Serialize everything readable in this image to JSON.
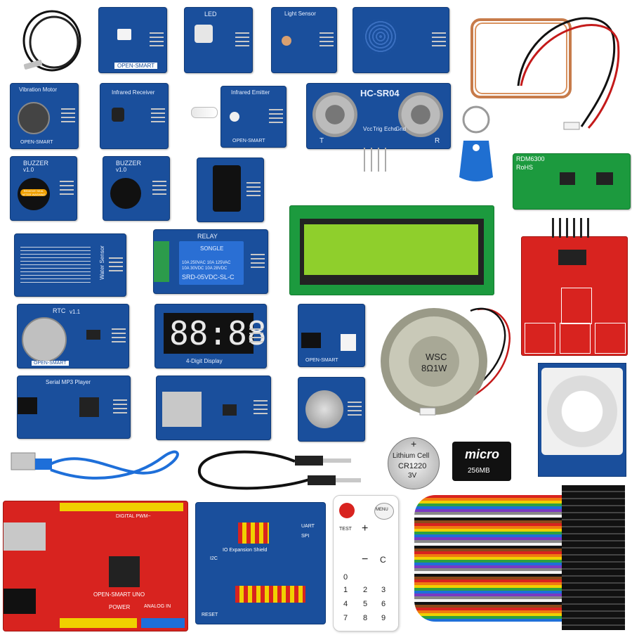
{
  "modules": {
    "sensor_temp": "OPEN-SMART",
    "led": "LED",
    "light": "Light Sensor",
    "vibration": "Vibration Motor",
    "vibration_brand": "OPEN-SMART",
    "ir_receiver": "Infrared Receiver",
    "ir_emitter": "Infrared Emitter",
    "ir_emitter_brand": "OPEN-SMART",
    "ultrasonic": "HC-SR04",
    "ultrasonic_pins": [
      "Vcc",
      "Trig",
      "Echo",
      "Gnd"
    ],
    "ultrasonic_t": "T",
    "ultrasonic_r": "R",
    "rfid_module": "RDM6300",
    "rfid_rohs": "RoHS",
    "buzzer1": "BUZZER",
    "buzzer1_ver": "v1.0",
    "buzzer1_sticker": "REMOVE SEAL AFTER WASHING",
    "buzzer2": "BUZZER",
    "buzzer2_ver": "v1.0",
    "water": "Water Sensor",
    "relay": "RELAY",
    "relay_brand": "SONGLE",
    "relay_model": "SRD-05VDC-SL-C",
    "relay_spec1": "10A 250VAC  10A 125VAC",
    "relay_spec2": "10A 30VDC   10A 28VDC",
    "rtc": "RTC",
    "rtc_ver": "v1.1",
    "rtc_brand": "OPEN-SMART",
    "digit_display": "88:88",
    "digit_label": "4-Digit Display",
    "speaker": "WSC",
    "speaker_spec": "8Ω1W",
    "mp3": "Serial MP3 Player",
    "audio_brand": "OPEN-SMART",
    "coin_cell_1": "Lithium Cell",
    "coin_cell_2": "CR1220",
    "coin_cell_3": "3V",
    "coin_plus": "+",
    "sd_logo": "micro",
    "sd_size": "256MB",
    "uno_name": "OPEN-SMART UNO",
    "uno_digital": "DIGITAL PWM~",
    "uno_power": "POWER",
    "uno_analog": "ANALOG IN",
    "shield_name": "IO Expansion Shield",
    "shield_uart": "UART",
    "shield_spi": "SPI",
    "shield_i2c": "I2C",
    "shield_reset": "RESET",
    "remote_menu": "MENU",
    "remote_test": "TEST",
    "remote_plus": "+",
    "remote_minus": "−",
    "remote_c": "C",
    "remote_digits": [
      "0",
      "1",
      "2",
      "3",
      "4",
      "5",
      "6",
      "7",
      "8",
      "9"
    ]
  },
  "colors": {
    "module_blue": "#1a4f9c",
    "pcb_red": "#d8231f",
    "pcb_green": "#1c9a3e",
    "lcd_green": "#8fcf2c"
  }
}
